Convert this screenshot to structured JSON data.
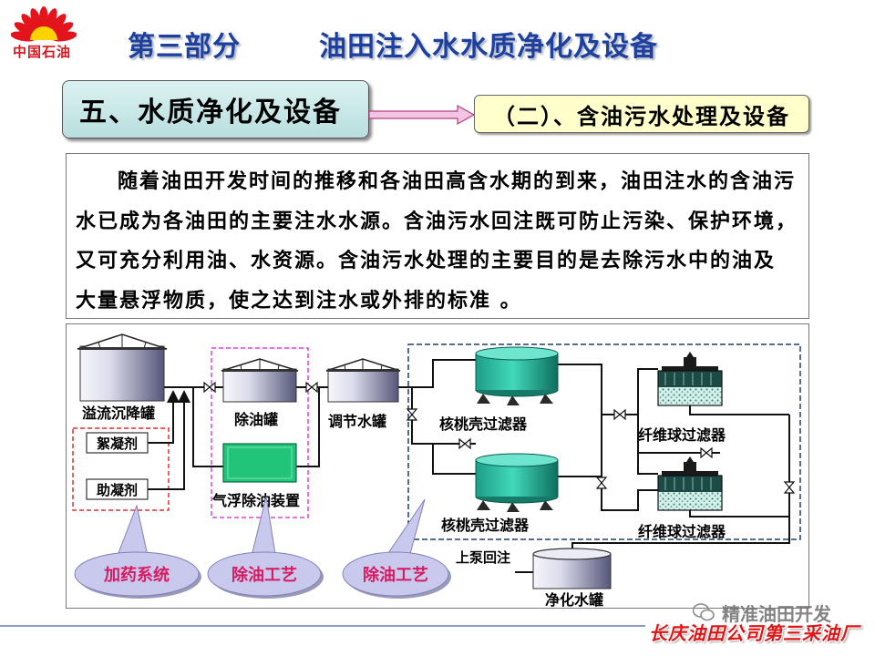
{
  "logo": {
    "text": "中国石油",
    "icon": "petrochina-logo-icon"
  },
  "header": {
    "part": "第三部分",
    "title": "油田注入水水质净化及设备"
  },
  "section_box": {
    "label": "五、水质净化及设备"
  },
  "subsection_box": {
    "label": "（二）、含油污水处理及设备"
  },
  "intro": {
    "lines": [
      "随着油田开发时间的推移和各油田高含水期的到来，油田注水的含油污",
      "水已成为各油田的主要注水水源。含油污水回注既可防止污染、保护环境，",
      "又可充分利用油、水资源。含油污水处理的主要目的是去除污水中的油及",
      "大量悬浮物质，使之达到注水或外排的标准 。"
    ]
  },
  "diagram": {
    "tanks": {
      "settling": "溢流沉降罐",
      "oil_removal": "除油罐",
      "regulating": "调节水罐",
      "purified": "净化水罐"
    },
    "chemicals": {
      "flocculant": "絮凝剂",
      "coagulant_aid": "助凝剂"
    },
    "flotation": "气浮除油装置",
    "walnut_filter_top": "核桃壳过滤器",
    "walnut_filter_bottom": "核桃壳过滤器",
    "fiber_filter_top": "纤维球过滤器",
    "fiber_filter_bottom": "纤维球过滤器",
    "reinjection": "上泵回注",
    "callouts": [
      "加药系统",
      "除油工艺",
      "除油工艺"
    ]
  },
  "watermark": {
    "text": "精准油田开发",
    "icon": "wechat-icon"
  },
  "footer": {
    "text": "长庆油田公司第三采油厂"
  },
  "colors": {
    "header_text": "#1d3f9e",
    "section_box_fill": "#c8e8e8",
    "subsection_box_fill": "#ffffcc",
    "arrow_fill": "#f4c4e4",
    "callout_fill": "#c9c9ee",
    "callout_text": "#d81b60",
    "chem_dashed_border": "#e03030",
    "oil_removal_dashed_border": "#e040e0",
    "filtration_dashed_border": "#1f3f6a",
    "flotation_fill": "#22c47a",
    "walnut_filter_fill": "#2fc4a6",
    "footer_text": "#e01414"
  }
}
